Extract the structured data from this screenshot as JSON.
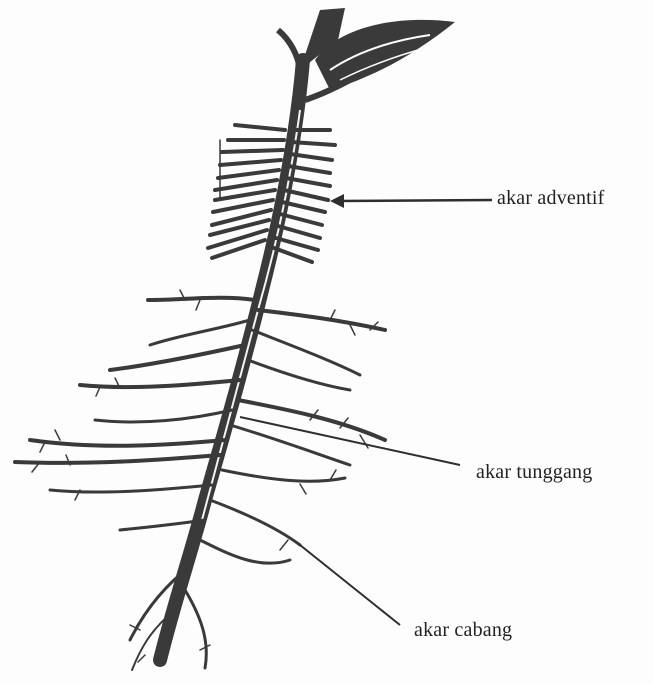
{
  "labels": {
    "adventif": "akar adventif",
    "tunggang": "akar tunggang",
    "cabang": "akar cabang"
  },
  "colors": {
    "ink": "#3a3a3a",
    "paper": "#fdfdfd"
  }
}
